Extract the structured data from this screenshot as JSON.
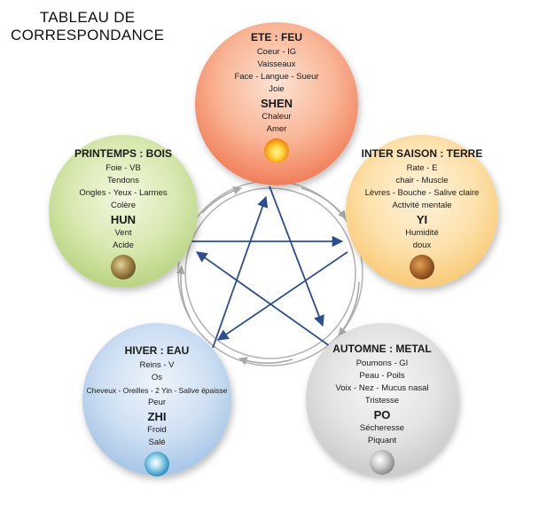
{
  "title": {
    "line1": "TABLEAU  DE",
    "line2": "CORRESPONDANCE"
  },
  "elements": {
    "fire": {
      "heading": "ETE : FEU",
      "lines": [
        "Coeur - IG",
        "Vaisseaux",
        "Face - Langue - Sueur",
        "Joie"
      ],
      "spirit": "SHEN",
      "qualities": [
        "Chaleur",
        "Amer"
      ],
      "icon": "fire-orb-icon",
      "color": "#f07a55"
    },
    "earth": {
      "heading": "INTER SAISON : TERRE",
      "lines": [
        "Rate - E",
        "chair - Muscle",
        "Lèvres - Bouche - Salive claire",
        "Activité mentale"
      ],
      "spirit": "YI",
      "qualities": [
        "Humidité",
        "doux"
      ],
      "icon": "earth-orb-icon",
      "color": "#f9c872"
    },
    "metal": {
      "heading": "AUTOMNE : METAL",
      "lines": [
        "Poumons - GI",
        "Peau - Poils",
        "Voix - Nez - Mucus nasal",
        "Tristesse"
      ],
      "spirit": "PO",
      "qualities": [
        "Sécheresse",
        "Piquant"
      ],
      "icon": "metal-orb-icon",
      "color": "#c9c9c9"
    },
    "water": {
      "heading": "HIVER : EAU",
      "lines": [
        "Reins - V",
        "Os",
        "Cheveux - Oreilles - 2 Yin - Salive épaisse",
        "Peur"
      ],
      "spirit": "ZHI",
      "qualities": [
        "Froid",
        "Salé"
      ],
      "icon": "water-orb-icon",
      "color": "#a3c3e6"
    },
    "wood": {
      "heading": "PRINTEMPS : BOIS",
      "lines": [
        "Foie - VB",
        "Tendons",
        "Ongles - Yeux - Larmes",
        "Colère"
      ],
      "spirit": "HUN",
      "qualities": [
        "Vent",
        "Acide"
      ],
      "icon": "wood-orb-icon",
      "color": "#b6d27e"
    }
  },
  "colors": {
    "control_arrow": "#2b4f8e",
    "generation_arrow": "#b0b0b0"
  }
}
